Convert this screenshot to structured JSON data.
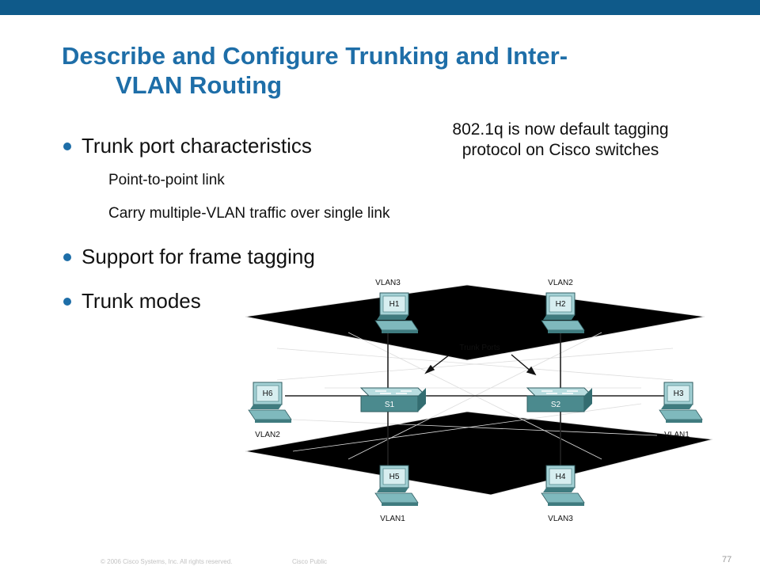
{
  "slide": {
    "title_line1": "Describe and Configure Trunking and Inter-",
    "title_line2": "VLAN Routing",
    "note": "802.1q is now default tagging protocol on Cisco switches",
    "bullets": [
      {
        "text": "Trunk port characteristics",
        "subs": [
          "Point-to-point link",
          "Carry multiple-VLAN traffic over single link"
        ]
      },
      {
        "text": "Support for frame tagging",
        "subs": []
      },
      {
        "text": "Trunk modes",
        "subs": []
      }
    ],
    "accent_color": "#1e6ea8",
    "bar_color": "#0f5a8a"
  },
  "diagram": {
    "trunk_label": "Trunk Ports",
    "switches": [
      "S1",
      "S2"
    ],
    "hosts": [
      {
        "id": "H1",
        "vlan": "VLAN3"
      },
      {
        "id": "H2",
        "vlan": "VLAN2"
      },
      {
        "id": "H3",
        "vlan": "VLAN1"
      },
      {
        "id": "H4",
        "vlan": "VLAN3"
      },
      {
        "id": "H5",
        "vlan": "VLAN1"
      },
      {
        "id": "H6",
        "vlan": "VLAN2"
      }
    ]
  },
  "footer": {
    "copyright": "© 2006 Cisco Systems, Inc. All rights reserved.",
    "classification": "Cisco Public",
    "page": "77"
  }
}
